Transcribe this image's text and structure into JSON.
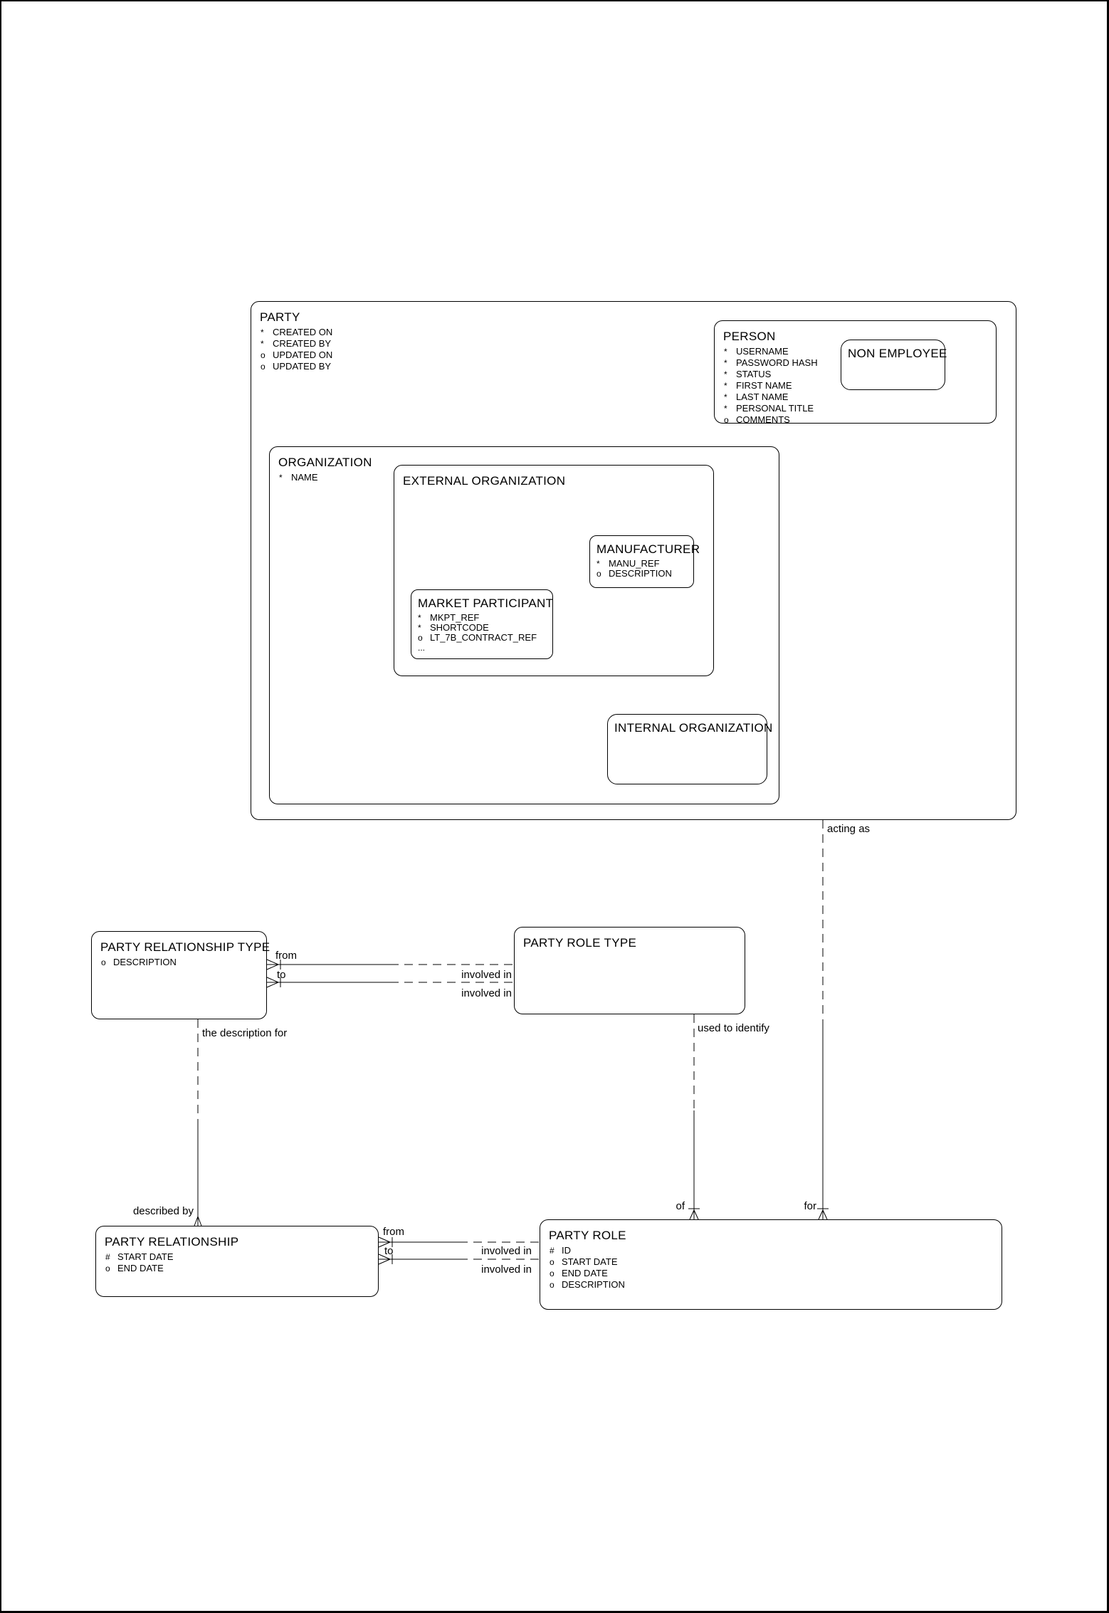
{
  "diagram": {
    "colors": {
      "line": "#000000",
      "background": "#ffffff",
      "text": "#000000"
    },
    "entities": {
      "party": {
        "title": "PARTY",
        "attributes": [
          {
            "marker": "*",
            "name": "CREATED ON"
          },
          {
            "marker": "*",
            "name": "CREATED BY"
          },
          {
            "marker": "o",
            "name": "UPDATED ON"
          },
          {
            "marker": "o",
            "name": "UPDATED BY"
          }
        ]
      },
      "person": {
        "title": "PERSON",
        "attributes": [
          {
            "marker": "*",
            "name": "USERNAME"
          },
          {
            "marker": "*",
            "name": "PASSWORD HASH"
          },
          {
            "marker": "*",
            "name": "STATUS"
          },
          {
            "marker": "*",
            "name": "FIRST NAME"
          },
          {
            "marker": "*",
            "name": "LAST NAME"
          },
          {
            "marker": "*",
            "name": "PERSONAL TITLE"
          },
          {
            "marker": "o",
            "name": "COMMENTS"
          }
        ]
      },
      "non_employee": {
        "title": "NON EMPLOYEE",
        "attributes": []
      },
      "organization": {
        "title": "ORGANIZATION",
        "attributes": [
          {
            "marker": "*",
            "name": "NAME"
          }
        ]
      },
      "external_organization": {
        "title": "EXTERNAL ORGANIZATION",
        "attributes": []
      },
      "manufacturer": {
        "title": "MANUFACTURER",
        "attributes": [
          {
            "marker": "*",
            "name": "MANU_REF"
          },
          {
            "marker": "o",
            "name": "DESCRIPTION"
          }
        ]
      },
      "market_participant": {
        "title": "MARKET PARTICIPANT",
        "attributes": [
          {
            "marker": "*",
            "name": "MKPT_REF"
          },
          {
            "marker": "*",
            "name": "SHORTCODE"
          },
          {
            "marker": "o",
            "name": "LT_7B_CONTRACT_REF"
          },
          {
            "marker": "...",
            "name": ""
          }
        ]
      },
      "internal_organization": {
        "title": "INTERNAL ORGANIZATION",
        "attributes": []
      },
      "party_relationship_type": {
        "title": "PARTY RELATIONSHIP TYPE",
        "attributes": [
          {
            "marker": "o",
            "name": "DESCRIPTION"
          }
        ]
      },
      "party_role_type": {
        "title": "PARTY ROLE TYPE",
        "attributes": []
      },
      "party_relationship": {
        "title": "PARTY RELATIONSHIP",
        "attributes": [
          {
            "marker": "#",
            "name": "START DATE"
          },
          {
            "marker": "o",
            "name": "END DATE"
          }
        ]
      },
      "party_role": {
        "title": "PARTY ROLE",
        "attributes": [
          {
            "marker": "#",
            "name": "ID"
          },
          {
            "marker": "o",
            "name": "START DATE"
          },
          {
            "marker": "o",
            "name": "END DATE"
          },
          {
            "marker": "o",
            "name": "DESCRIPTION"
          }
        ]
      }
    },
    "relationship_labels": {
      "acting_as": "acting as",
      "used_to_identify": "used to identify",
      "the_description_for": "the description for",
      "described_by": "described by",
      "of": "of",
      "for": "for",
      "from_top": "from",
      "to_top": "to",
      "involved_in_top_1": "involved in",
      "involved_in_top_2": "involved in",
      "from_bottom": "from",
      "to_bottom": "to",
      "involved_in_bottom_1": "involved in",
      "involved_in_bottom_2": "involved in"
    }
  }
}
